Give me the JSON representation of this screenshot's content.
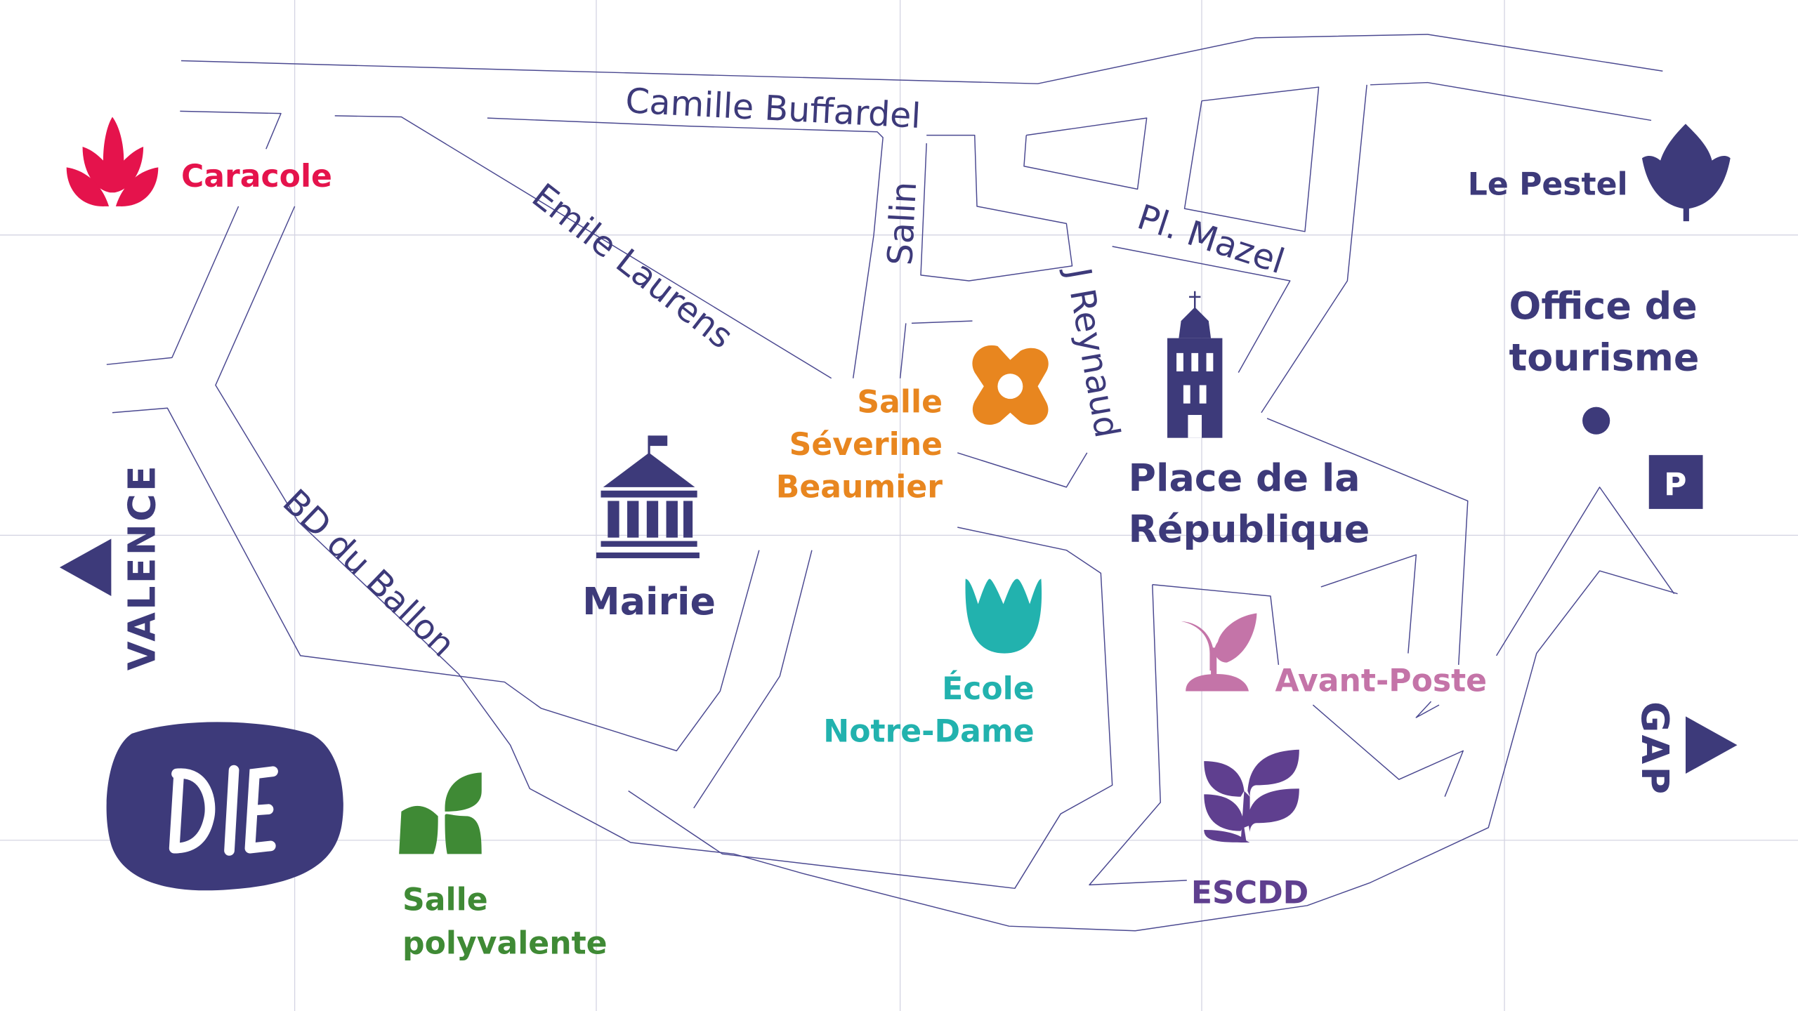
{
  "colors": {
    "navy": "#3d3a7a",
    "red": "#e5134c",
    "orange": "#e8861f",
    "teal": "#22b2ae",
    "pink": "#c474a8",
    "purple": "#5f3f8f",
    "green": "#3f8a35"
  },
  "streets": {
    "camille": "Camille Buffardel",
    "emile": "Emile Laurens",
    "salin": "Salin",
    "mazel": "Pl. Mazel",
    "reynaud": "J Reynaud",
    "ballon": "BD du Ballon"
  },
  "directions": {
    "valence": "VALENCE",
    "gap": "GAP"
  },
  "places": {
    "caracole": "Caracole",
    "pestel": "Le Pestel",
    "office_line1": "Office de",
    "office_line2": "tourisme",
    "parking": "P",
    "salle_line1": "Salle",
    "salle_line2": "Séverine",
    "salle_line3": "Beaumier",
    "republique_line1": "Place de la",
    "republique_line2": "République",
    "mairie": "Mairie",
    "ecole_line1": "École",
    "ecole_line2": "Notre-Dame",
    "avant_poste": "Avant-Poste",
    "escdd": "ESCDD",
    "polyvalente_line1": "Salle",
    "polyvalente_line2": "polyvalente",
    "die_logo": "DIE"
  }
}
